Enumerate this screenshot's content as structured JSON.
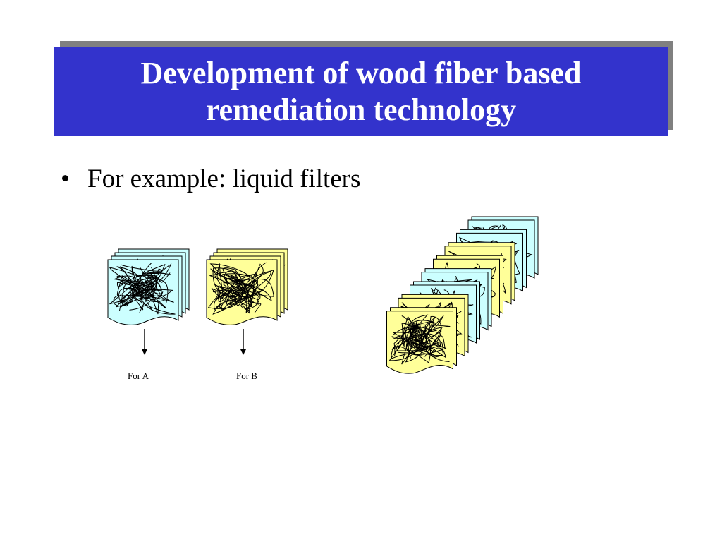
{
  "slide": {
    "title": "Development of wood fiber based remediation technology",
    "bullet_marker": "•",
    "bullet_text": "For example: liquid filters"
  },
  "diagram": {
    "filter_a_label": "For A",
    "filter_b_label": "For B",
    "colors": {
      "blue_filter": "#ccffff",
      "yellow_filter": "#ffff99",
      "title_bg": "#3333cc",
      "title_shadow": "#808080"
    },
    "stack_sequence": [
      "blue",
      "blue",
      "yellow",
      "yellow",
      "blue",
      "blue",
      "yellow",
      "yellow"
    ]
  }
}
